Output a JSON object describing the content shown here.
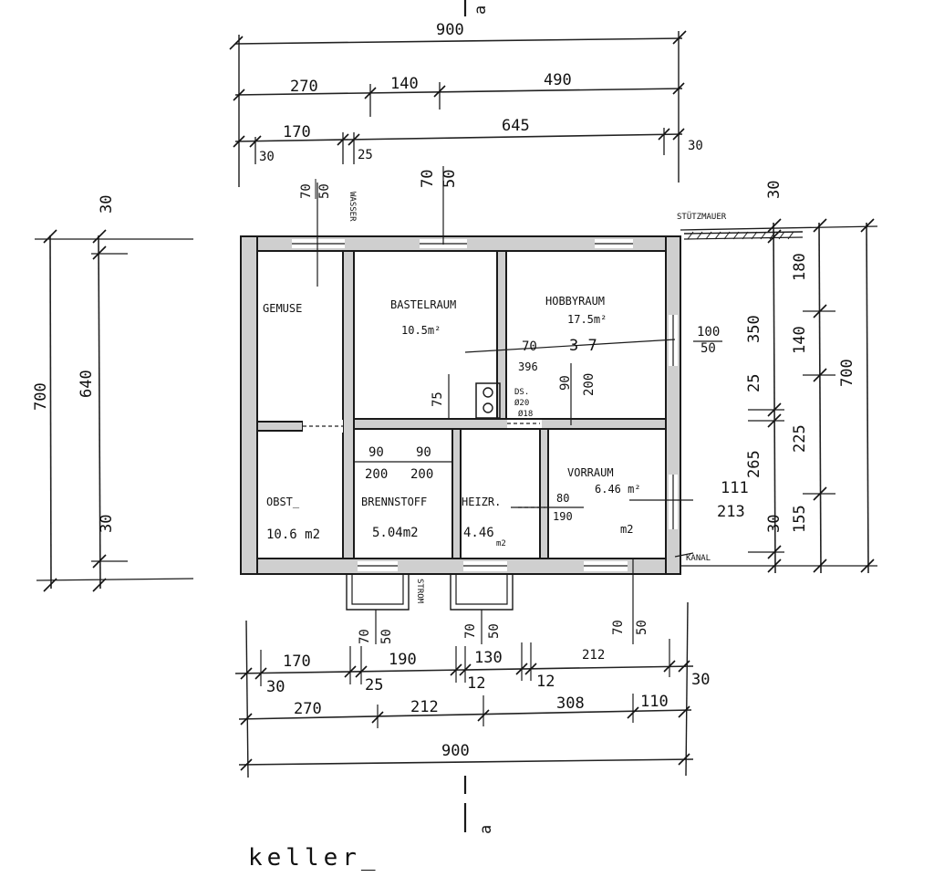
{
  "drawing": {
    "caption": "keller_",
    "section_marker": "a"
  },
  "rooms": {
    "gemuese": {
      "name": "GEMUSE"
    },
    "bastelraum": {
      "name": "BASTELRAUM",
      "area": "10.5m²"
    },
    "hobbyraum": {
      "name": "HOBBYRAUM",
      "area": "17.5m²"
    },
    "obst": {
      "name": "OBST_",
      "area": "10.6 m2"
    },
    "brennstoff": {
      "name": "BRENNSTOFF",
      "area": "5.04m2"
    },
    "heizraum": {
      "name": "HEIZR.",
      "area": "4.46",
      "area_unit": "m2"
    },
    "vorraum": {
      "name": "VORRAUM",
      "area": "6.46 m²",
      "area_unit": "m2"
    }
  },
  "labels": {
    "wasser": "WASSER",
    "stuetzmauer": "STÜTZMAUER",
    "kanal": "KANAL",
    "strom": "STROM",
    "ds": "DS.",
    "ds_1": "Ø20",
    "ds_2": "Ø18"
  },
  "dims_top": {
    "overall": "900",
    "row1": [
      "270",
      "140",
      "490"
    ],
    "row2": [
      "170",
      "645"
    ],
    "row2_small": [
      "30",
      "25",
      "30"
    ]
  },
  "dims_bottom": {
    "overall": "900",
    "row1": [
      "170",
      "190",
      "130",
      "212"
    ],
    "row1_small": [
      "30",
      "25",
      "12",
      "12",
      "30"
    ],
    "row2": [
      "270",
      "212",
      "308",
      "110"
    ]
  },
  "dims_left": {
    "outer": "700",
    "inner": "640",
    "top_wall": "30",
    "bottom_wall": "30"
  },
  "dims_right": {
    "overall": "700",
    "segments": [
      "180",
      "140",
      "225",
      "155"
    ],
    "inner": [
      "350",
      "25",
      "265"
    ],
    "top_wall": "30",
    "bottom_wall": "30"
  },
  "openings": {
    "w_gemuese": {
      "w": "70",
      "h": "50"
    },
    "w_bastel": {
      "w": "70",
      "h": "50"
    },
    "w_brenn": {
      "w": "70",
      "h": "50"
    },
    "w_heiz": {
      "w": "70",
      "h": "50"
    },
    "w_vor": {
      "w": "70",
      "h": "50"
    },
    "hobby_door": {
      "w": "70",
      "h": "3 7"
    },
    "hobby_win": {
      "w": "100",
      "h": "50"
    },
    "d_75": "75",
    "d_90_200_hobby": {
      "w": "90",
      "h": "200"
    },
    "d_obst": {
      "w": "90",
      "h": "200"
    },
    "d_brenn": {
      "w": "90",
      "h": "200"
    },
    "d_heiz": {
      "w": "80",
      "h": "190"
    },
    "d_vor": {
      "w": "111",
      "h": "213"
    },
    "d_396": "396"
  }
}
